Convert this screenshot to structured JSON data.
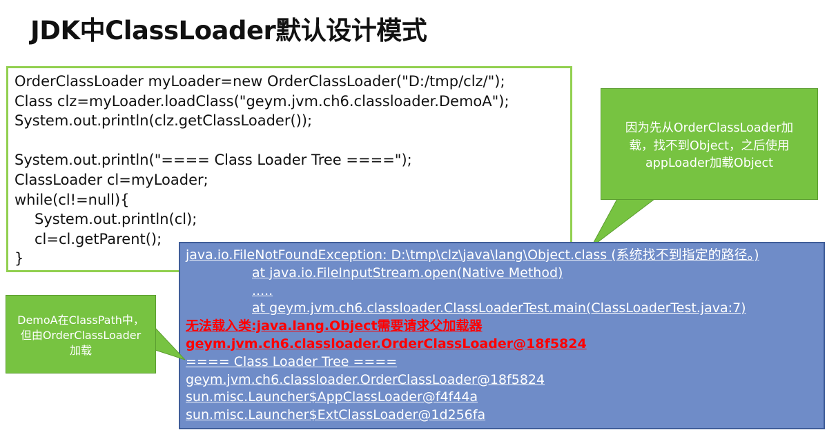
{
  "title": "JDK中ClassLoader默认设计模式",
  "code": {
    "lines": [
      "OrderClassLoader myLoader=new OrderClassLoader(\"D:/tmp/clz/\");",
      "Class clz=myLoader.loadClass(\"geym.jvm.ch6.classloader.DemoA\");",
      "System.out.println(clz.getClassLoader());",
      "",
      "System.out.println(\"==== Class Loader Tree ====\");",
      "ClassLoader cl=myLoader;",
      "while(cl!=null){",
      "System.out.println(cl);",
      "cl=cl.getParent();",
      "}"
    ]
  },
  "callout_right": {
    "line1": "因为先从OrderClassLoader加",
    "line2": "载，找不到Object，之后使用",
    "line3": "appLoader加载Object"
  },
  "callout_left": {
    "line1": "DemoA在ClassPath中，",
    "line2": "但由OrderClassLoader",
    "line3": "加载"
  },
  "output": {
    "lines": [
      "java.io.FileNotFoundException: D:\\tmp\\clz\\java\\lang\\Object.class (系统找不到指定的路径。)",
      "at java.io.FileInputStream.open(Native Method)",
      ".....",
      "at geym.jvm.ch6.classloader.ClassLoaderTest.main(ClassLoaderTest.java:7)",
      "无法载入类:java.lang.Object需要请求父加载器",
      "geym.jvm.ch6.classloader.OrderClassLoader@18f5824",
      "==== Class Loader Tree ====",
      "geym.jvm.ch6.classloader.OrderClassLoader@18f5824",
      "sun.misc.Launcher$AppClassLoader@f4f44a",
      "sun.misc.Launcher$ExtClassLoader@1d256fa"
    ]
  },
  "colors": {
    "code_border": "#92d050",
    "callout_fill": "#77c341",
    "output_fill": "#6f8cc8",
    "highlight_red": "#ff0000"
  }
}
